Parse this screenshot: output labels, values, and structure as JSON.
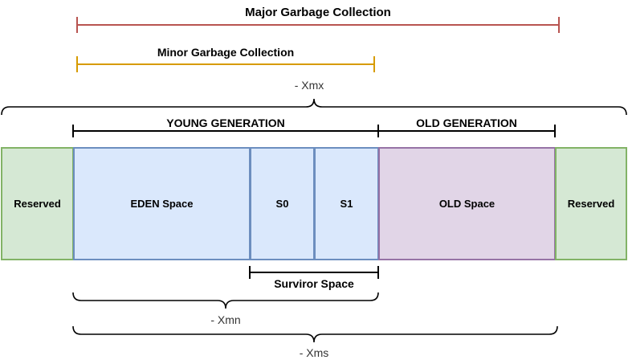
{
  "colors": {
    "reserved_fill": "#d5e8d4",
    "reserved_border": "#82b366",
    "young_fill": "#dae8fc",
    "young_border": "#6c8ebf",
    "old_fill": "#e1d5e7",
    "old_border": "#9673a6",
    "major_line": "#b85450",
    "minor_line": "#d79b00"
  },
  "labels": {
    "major_gc": "Major Garbage Collection",
    "minor_gc": "Minor Garbage Collection",
    "xmx": "- Xmx",
    "young_generation": "YOUNG GENERATION",
    "old_generation": "OLD GENERATION",
    "survivor_space": "Surviror Space",
    "xmn": "- Xmn",
    "xms": "- Xms"
  },
  "memory_blocks": {
    "reserved_left": "Reserved",
    "eden": "EDEN Space",
    "s0": "S0",
    "s1": "S1",
    "old": "OLD Space",
    "reserved_right": "Reserved"
  }
}
